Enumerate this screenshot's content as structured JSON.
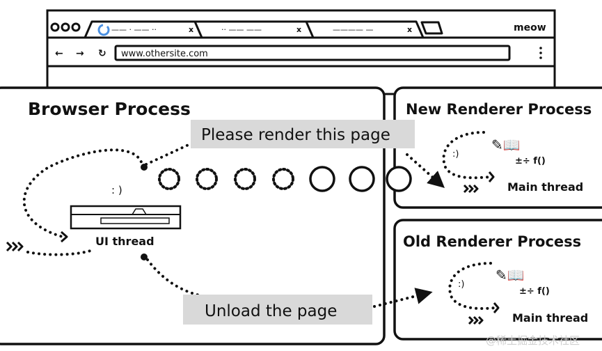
{
  "browser_window": {
    "tabs": [
      {
        "label": "—— · —— ··",
        "close": "x",
        "loading": true
      },
      {
        "label": "·· —— ——",
        "close": "x"
      },
      {
        "label": "———— —",
        "close": "x"
      }
    ],
    "profile_label": "meow",
    "url": "www.othersite.com",
    "menu_icon": "kebab-icon"
  },
  "browser_process": {
    "title": "Browser Process",
    "ui_thread_label": "UI thread"
  },
  "messages": {
    "render": "Please render this page",
    "unload": "Unload the page"
  },
  "new_renderer": {
    "title": "New Renderer Process",
    "thread_label": "Main thread"
  },
  "old_renderer": {
    "title": "Old Renderer Process",
    "thread_label": "Main thread"
  },
  "watermark": "@稀土掘金技术社区",
  "colors": {
    "label_bg": "#d9d9d9",
    "ink": "#111111",
    "loading_spinner": "#4a90e2"
  }
}
